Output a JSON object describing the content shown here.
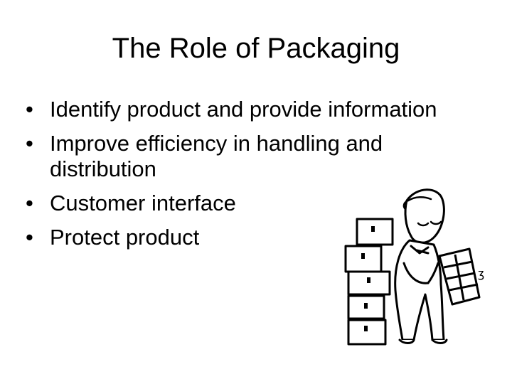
{
  "slide": {
    "title": "The Role of Packaging",
    "bullets": [
      "Identify product and provide information",
      "Improve efficiency in handling and distribution",
      "Customer interface",
      "Protect product"
    ],
    "bullet_symbol": "•",
    "illustration": {
      "icon": "person-reading-list-with-boxes-icon"
    }
  }
}
